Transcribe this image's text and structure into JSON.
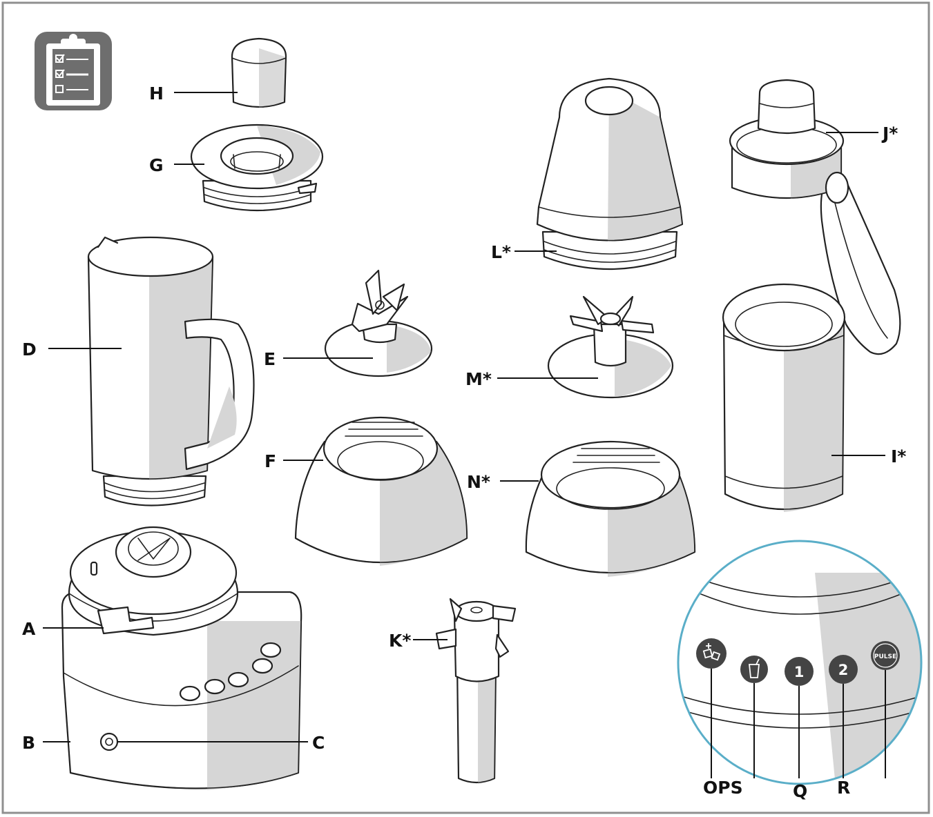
{
  "labels": {
    "H": "H",
    "G": "G",
    "D": "D",
    "E": "E",
    "F": "F",
    "A": "A",
    "B": "B",
    "C": "C",
    "K": "K*",
    "L": "L*",
    "M": "M*",
    "N": "N*",
    "J": "J*",
    "I": "I*",
    "OPS": "OPS",
    "Q": "Q",
    "R": "R"
  },
  "panel_buttons": {
    "one": "1",
    "two": "2",
    "pulse": "PULSE"
  },
  "icons": {
    "checklist": "checklist-icon",
    "ice": "ice-crush-icon",
    "smoothie": "smoothie-cup-icon"
  },
  "colors": {
    "frame": "#8f8f8f",
    "shade": "#d6d6d6",
    "panel_ring": "#5aaec8",
    "button_fill": "#444444",
    "checklist_bg": "#6e6e6e"
  }
}
